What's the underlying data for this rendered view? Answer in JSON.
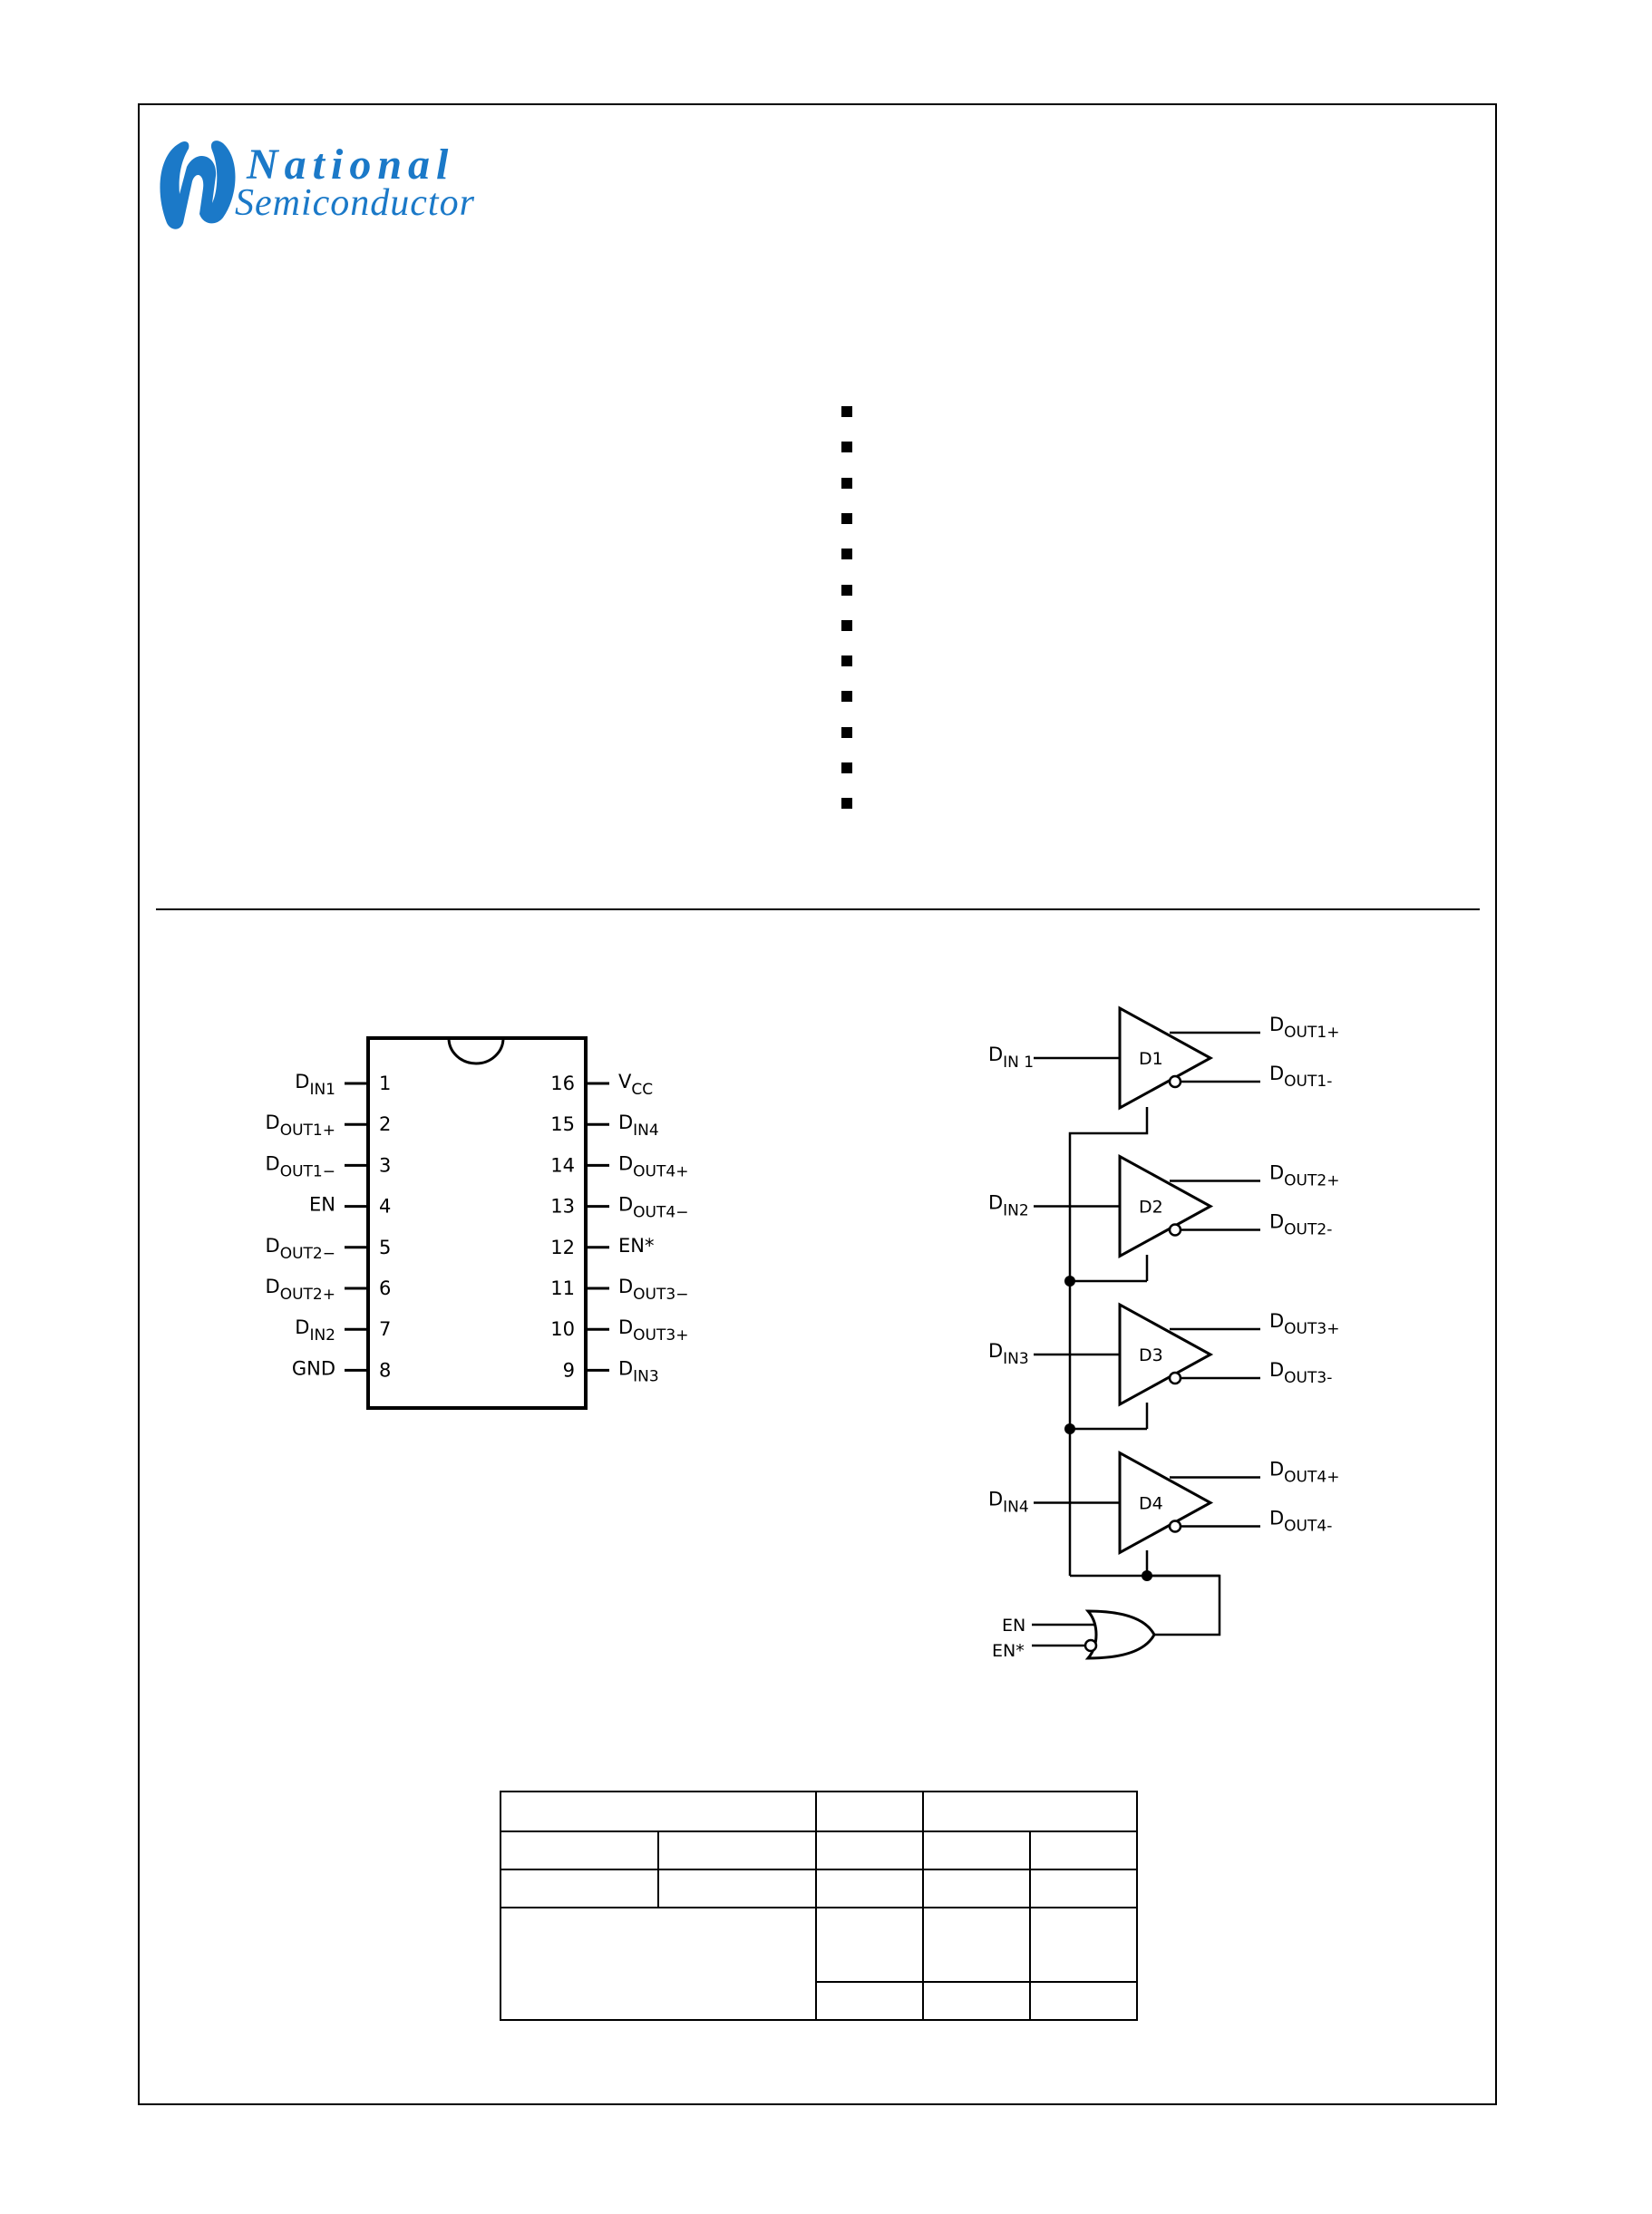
{
  "header": {
    "logo": {
      "line1": "National",
      "line2": "Semiconductor",
      "color": "#1b79c8"
    }
  },
  "feature_list": {
    "bullet_count": 12
  },
  "connection_diagram": {
    "left_pins": [
      {
        "num": "1",
        "main": "D",
        "sub": "IN1"
      },
      {
        "num": "2",
        "main": "D",
        "sub": "OUT1+"
      },
      {
        "num": "3",
        "main": "D",
        "sub": "OUT1−"
      },
      {
        "num": "4",
        "main": "EN",
        "sub": ""
      },
      {
        "num": "5",
        "main": "D",
        "sub": "OUT2−"
      },
      {
        "num": "6",
        "main": "D",
        "sub": "OUT2+"
      },
      {
        "num": "7",
        "main": "D",
        "sub": "IN2"
      },
      {
        "num": "8",
        "main": "GND",
        "sub": ""
      }
    ],
    "right_pins": [
      {
        "num": "16",
        "main": "V",
        "sub": "CC"
      },
      {
        "num": "15",
        "main": "D",
        "sub": "IN4"
      },
      {
        "num": "14",
        "main": "D",
        "sub": "OUT4+"
      },
      {
        "num": "13",
        "main": "D",
        "sub": "OUT4−"
      },
      {
        "num": "12",
        "main": "EN*",
        "sub": ""
      },
      {
        "num": "11",
        "main": "D",
        "sub": "OUT3−"
      },
      {
        "num": "10",
        "main": "D",
        "sub": "OUT3+"
      },
      {
        "num": "9",
        "main": "D",
        "sub": "IN3"
      }
    ]
  },
  "logic_diagram": {
    "drivers": [
      {
        "label": "D1",
        "in_sub": "IN 1",
        "outp_sub": "OUT1+",
        "outn_sub": "OUT1-"
      },
      {
        "label": "D2",
        "in_sub": "IN2",
        "outp_sub": "OUT2+",
        "outn_sub": "OUT2-"
      },
      {
        "label": "D3",
        "in_sub": "IN3",
        "outp_sub": "OUT3+",
        "outn_sub": "OUT3-"
      },
      {
        "label": "D4",
        "in_sub": "IN4",
        "outp_sub": "OUT4+",
        "outn_sub": "OUT4-"
      }
    ],
    "letter": "D",
    "enable_inputs": [
      "EN",
      "EN*"
    ]
  },
  "truth_table": {
    "rows": 5
  }
}
